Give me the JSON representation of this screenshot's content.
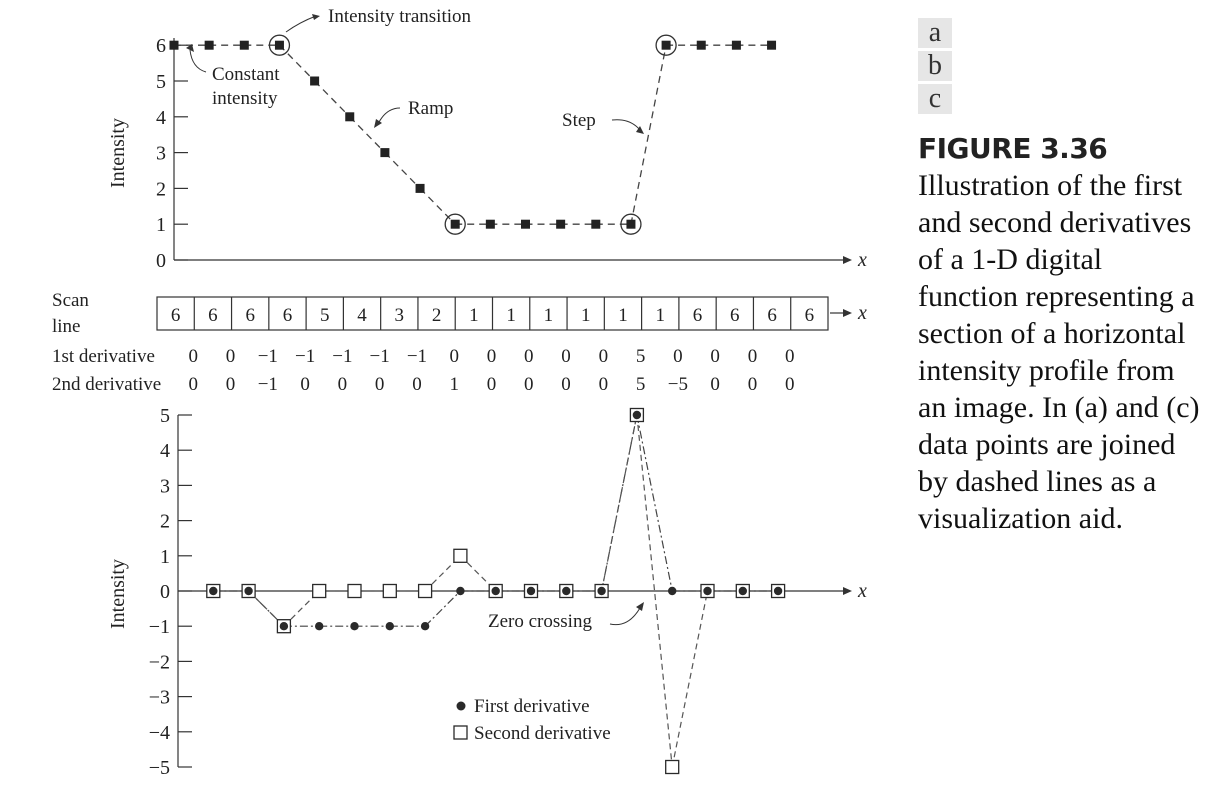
{
  "panel_labels": [
    "a",
    "b",
    "c"
  ],
  "figure": {
    "title": "FIGURE 3.36",
    "caption": "Illustration of the first and second derivatives of a 1-D digital function representing a section of a horizontal intensity profile from an image. In (a) and (c) data points are joined by dashed lines as a visualization aid."
  },
  "chart_data": [
    {
      "type": "line",
      "panel": "a",
      "ylabel": "Intensity",
      "xlabel": "x",
      "ylim": [
        0,
        6
      ],
      "yticks": [
        "0",
        "1",
        "2",
        "3",
        "4",
        "5",
        "6"
      ],
      "x": [
        1,
        2,
        3,
        4,
        5,
        6,
        7,
        8,
        9,
        10,
        11,
        12,
        13,
        14,
        15,
        16,
        17,
        18
      ],
      "values": [
        6,
        6,
        6,
        6,
        5,
        4,
        3,
        2,
        1,
        1,
        1,
        1,
        1,
        1,
        6,
        6,
        6,
        6
      ],
      "circled_points": [
        4,
        9,
        14,
        15
      ],
      "annotations": [
        "Intensity transition",
        "Constant intensity",
        "Ramp",
        "Step"
      ]
    },
    {
      "type": "table",
      "panel": "b",
      "row_labels": [
        "Scan line",
        "1st derivative",
        "2nd derivative"
      ],
      "scan_line": [
        6,
        6,
        6,
        6,
        5,
        4,
        3,
        2,
        1,
        1,
        1,
        1,
        1,
        1,
        6,
        6,
        6,
        6
      ],
      "first_derivative": [
        0,
        0,
        -1,
        -1,
        -1,
        -1,
        -1,
        0,
        0,
        0,
        0,
        0,
        5,
        0,
        0,
        0,
        0
      ],
      "second_derivative": [
        0,
        0,
        -1,
        0,
        0,
        0,
        0,
        1,
        0,
        0,
        0,
        0,
        5,
        -5,
        0,
        0,
        0
      ],
      "xlabel": "x"
    },
    {
      "type": "line",
      "panel": "c",
      "ylabel": "Intensity",
      "xlabel": "x",
      "ylim": [
        -5,
        5
      ],
      "yticks": [
        "5",
        "4",
        "3",
        "2",
        "1",
        "0",
        "−1",
        "−2",
        "−3",
        "−4",
        "−5"
      ],
      "x": [
        2,
        3,
        4,
        5,
        6,
        7,
        8,
        9,
        10,
        11,
        12,
        13,
        14,
        15,
        16,
        17,
        18
      ],
      "series": [
        {
          "name": "First derivative",
          "values": [
            0,
            0,
            -1,
            -1,
            -1,
            -1,
            -1,
            0,
            0,
            0,
            0,
            0,
            5,
            0,
            0,
            0,
            0
          ]
        },
        {
          "name": "Second derivative",
          "values": [
            0,
            0,
            -1,
            0,
            0,
            0,
            0,
            1,
            0,
            0,
            0,
            0,
            5,
            -5,
            0,
            0,
            0
          ]
        }
      ],
      "annotations": [
        "Zero crossing"
      ]
    }
  ]
}
